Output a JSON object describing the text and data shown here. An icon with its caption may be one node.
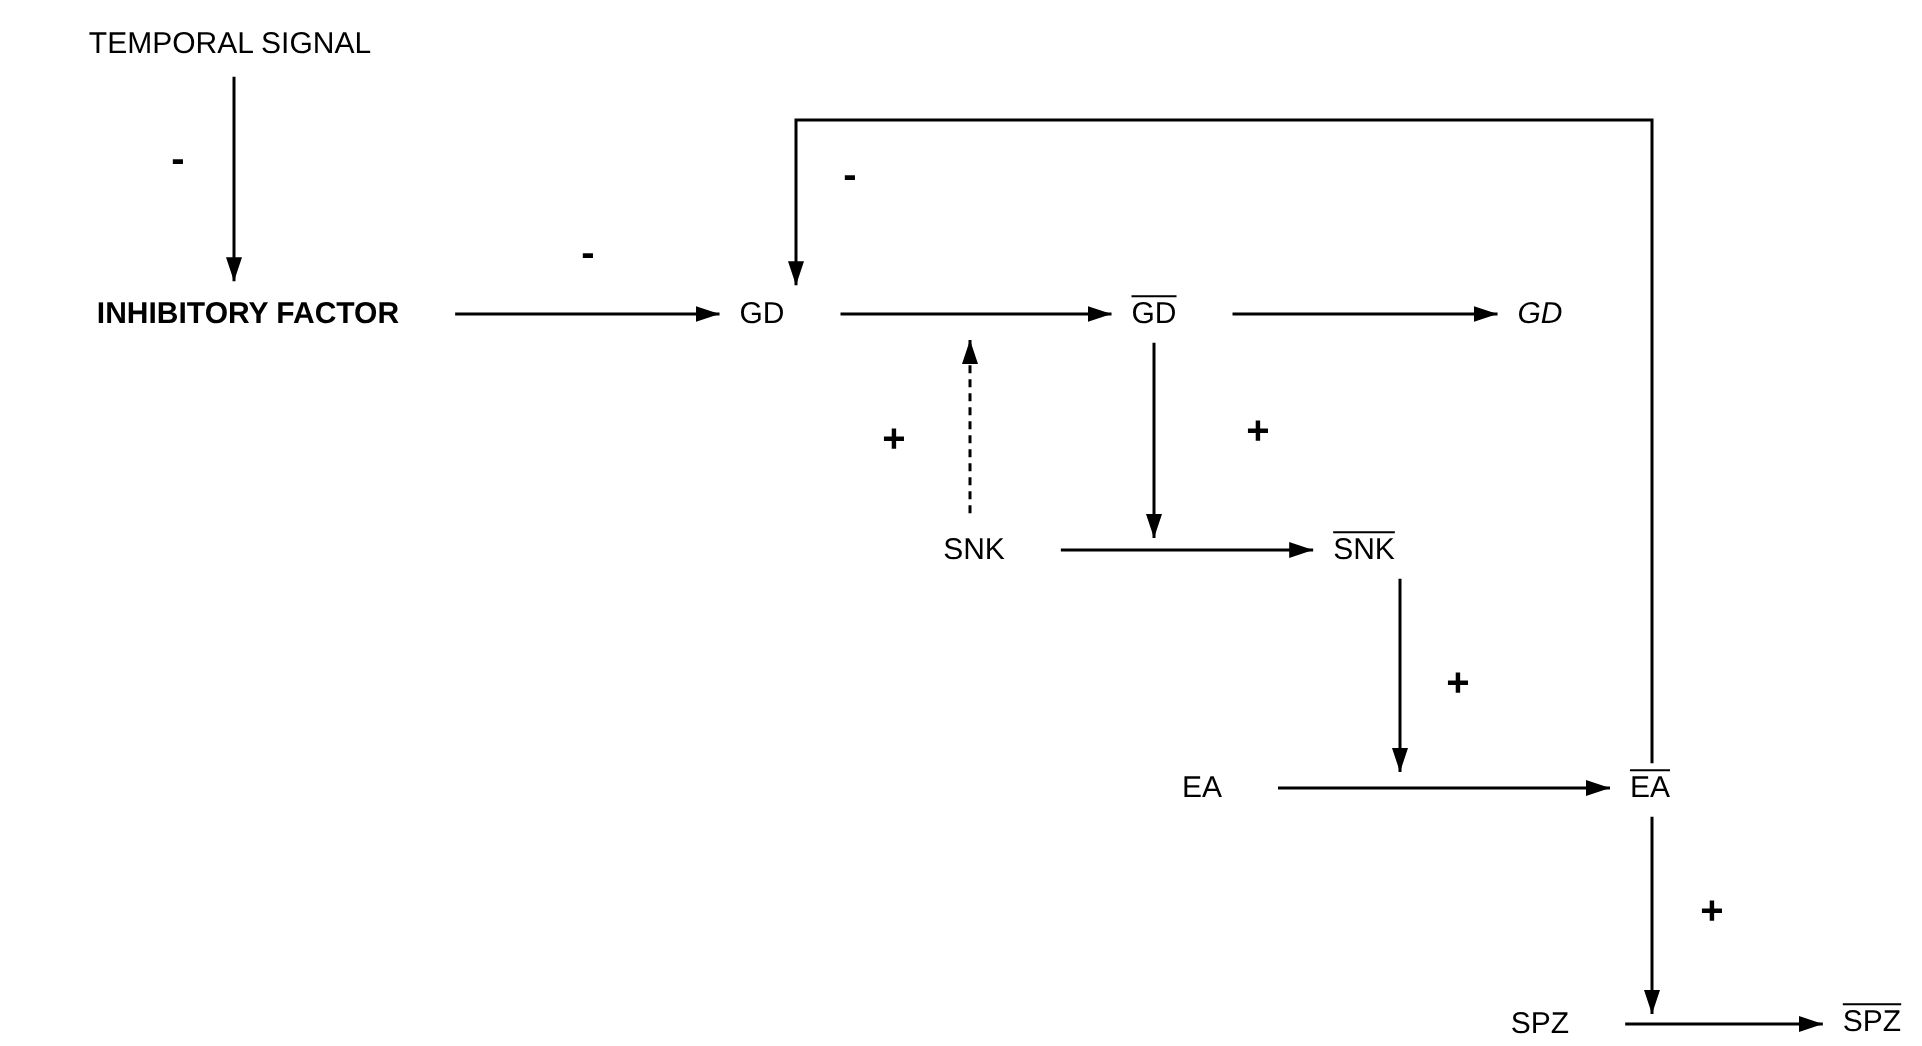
{
  "diagram": {
    "nodes": [
      {
        "text": [
          "TEMPORAL SIGNAL"
        ]
      },
      {
        "text": [
          "INHIBITORY FACTOR"
        ]
      },
      {
        "text": [
          "GD"
        ]
      },
      {
        "text": [
          "GD"
        ]
      },
      {
        "text": [
          "GD"
        ]
      },
      {
        "text": [
          "SNK"
        ]
      },
      {
        "text": [
          "SNK"
        ]
      },
      {
        "text": [
          "EA"
        ]
      },
      {
        "text": [
          "EA"
        ]
      },
      {
        "text": [
          "SPZ"
        ]
      },
      {
        "text": [
          "SPZ"
        ]
      }
    ],
    "edges": [
      {
        "from": 0,
        "to": 1,
        "arrow": "to",
        "label": "-"
      },
      {
        "from": 1,
        "to": 2,
        "arrow": "to",
        "label": "-"
      },
      {
        "from": 2,
        "to": 3,
        "arrow": "to"
      },
      {
        "from": 3,
        "to": 4,
        "arrow": "to"
      },
      {
        "from": 5,
        "to": null,
        "arrow": "to",
        "label": "+",
        "style": "dashed"
      },
      {
        "from": 3,
        "to": null,
        "arrow": "to",
        "label": "+"
      },
      {
        "from": 5,
        "to": 6,
        "arrow": "to"
      },
      {
        "from": 6,
        "to": null,
        "arrow": "to",
        "label": "+"
      },
      {
        "from": 7,
        "to": 8,
        "arrow": "to"
      },
      {
        "from": 8,
        "to": null,
        "arrow": "to",
        "label": "+"
      },
      {
        "from": 9,
        "to": 10,
        "arrow": "to"
      },
      {
        "from": 8,
        "to": 2,
        "arrow": "to",
        "label": "-"
      }
    ]
  }
}
